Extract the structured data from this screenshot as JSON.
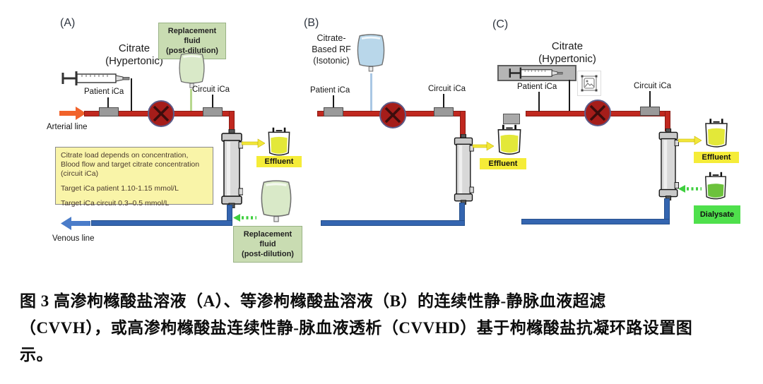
{
  "figure": {
    "caption_line1": "图 3  高渗枸橼酸盐溶液（A）、等渗枸橼酸盐溶液（B）的连续性静-静脉血液超滤",
    "caption_line2": "（CVVH），或高渗枸橼酸盐连续性静-脉血液透析（CVVHD）基于枸橼酸盐抗凝环路设置图",
    "caption_line3": "示。"
  },
  "panels": {
    "a": {
      "letter": "(A)",
      "citrate_line1": "Citrate",
      "citrate_line2": "(Hypertonic)",
      "patient_ica": "Patient iCa",
      "circuit_ica": "Circuit iCa",
      "arterial_line": "Arterial line",
      "venous_line": "Venous line",
      "replacement_top_line1": "Replacement fluid",
      "replacement_top_line2": "(post-dilution)",
      "effluent": "Effluent",
      "replacement_bottom_line1": "Replacement fluid",
      "replacement_bottom_line2": "(post-dilution)",
      "note_para1": "Citrate load depends on concentration, Blood flow and target citrate concentration (circuit iCa)",
      "note_para2": "Target iCa patient  1.10-1.15 mmol/L",
      "note_para3": "Target iCa circuit  0.3–0.5 mmol/L"
    },
    "b": {
      "letter": "(B)",
      "rf_line1": "Citrate-",
      "rf_line2": "Based RF",
      "rf_line3": "(Isotonic)",
      "patient_ica": "Patient iCa",
      "circuit_ica": "Circuit iCa",
      "effluent": "Effluent"
    },
    "c": {
      "letter": "(C)",
      "citrate_line1": "Citrate",
      "citrate_line2": "(Hypertonic)",
      "patient_ica": "Patient iCa",
      "circuit_ica": "Circuit iCa",
      "effluent": "Effluent",
      "dialysate": "Dialysate"
    }
  },
  "colors": {
    "blood_line": "#c0281f",
    "venous_line": "#3465b0",
    "pump_fill": "#a51d1a",
    "arterial_arrow": "#f1622a",
    "venous_arrow": "#4a7cc9",
    "effluent_yellow": "#f5ec38",
    "dialysate_green": "#4fe04c",
    "replacement_sage": "#c9dcb2",
    "note_yellow": "#f9f4a8",
    "citrate_rf_blue": "#b9d7ea",
    "replacement_fluid_green": "#d9e9c8",
    "effluent_fluid": "#e3e839",
    "dialysate_fluid": "#6cc23c"
  }
}
